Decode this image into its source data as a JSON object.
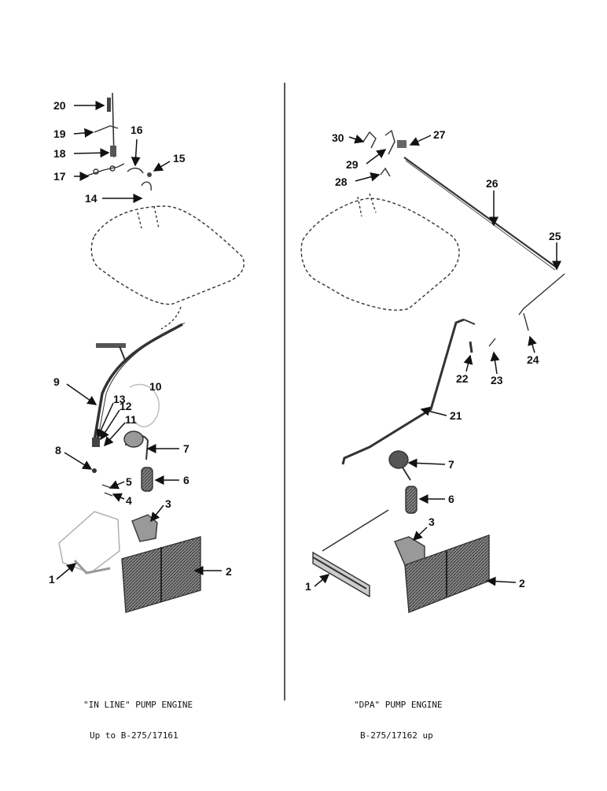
{
  "left_panel": {
    "caption_line1": "\"IN LINE\" PUMP ENGINE",
    "caption_line2": "Up to B-275/17161",
    "callouts": [
      "20",
      "19",
      "18",
      "17",
      "16",
      "15",
      "14",
      "9",
      "10",
      "13",
      "12",
      "11",
      "8",
      "7",
      "6",
      "5",
      "4",
      "3",
      "2",
      "1"
    ]
  },
  "right_panel": {
    "caption_line1": "\"DPA\" PUMP ENGINE",
    "caption_line2": "B-275/17162 up",
    "callouts": [
      "30",
      "29",
      "27",
      "28",
      "26",
      "25",
      "24",
      "22",
      "23",
      "21",
      "7",
      "6",
      "3",
      "2",
      "1"
    ]
  },
  "colors": {
    "ink": "#111111",
    "paper": "#ffffff",
    "shade": "#555555"
  }
}
